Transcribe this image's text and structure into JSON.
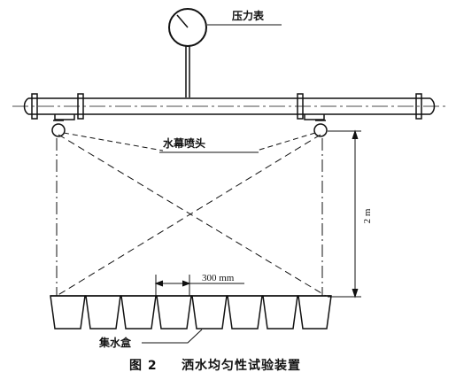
{
  "labels": {
    "pressure_gauge": "压力表",
    "nozzle": "水幕喷头",
    "height_dim": "2 m",
    "spacing_dim": "300 mm",
    "collector": "集水盒"
  },
  "caption": {
    "figure_no": "图 2",
    "title": "洒水均匀性试验装置"
  },
  "collector_box_count": 8,
  "colors": {
    "line": "#111111",
    "background": "#ffffff"
  }
}
